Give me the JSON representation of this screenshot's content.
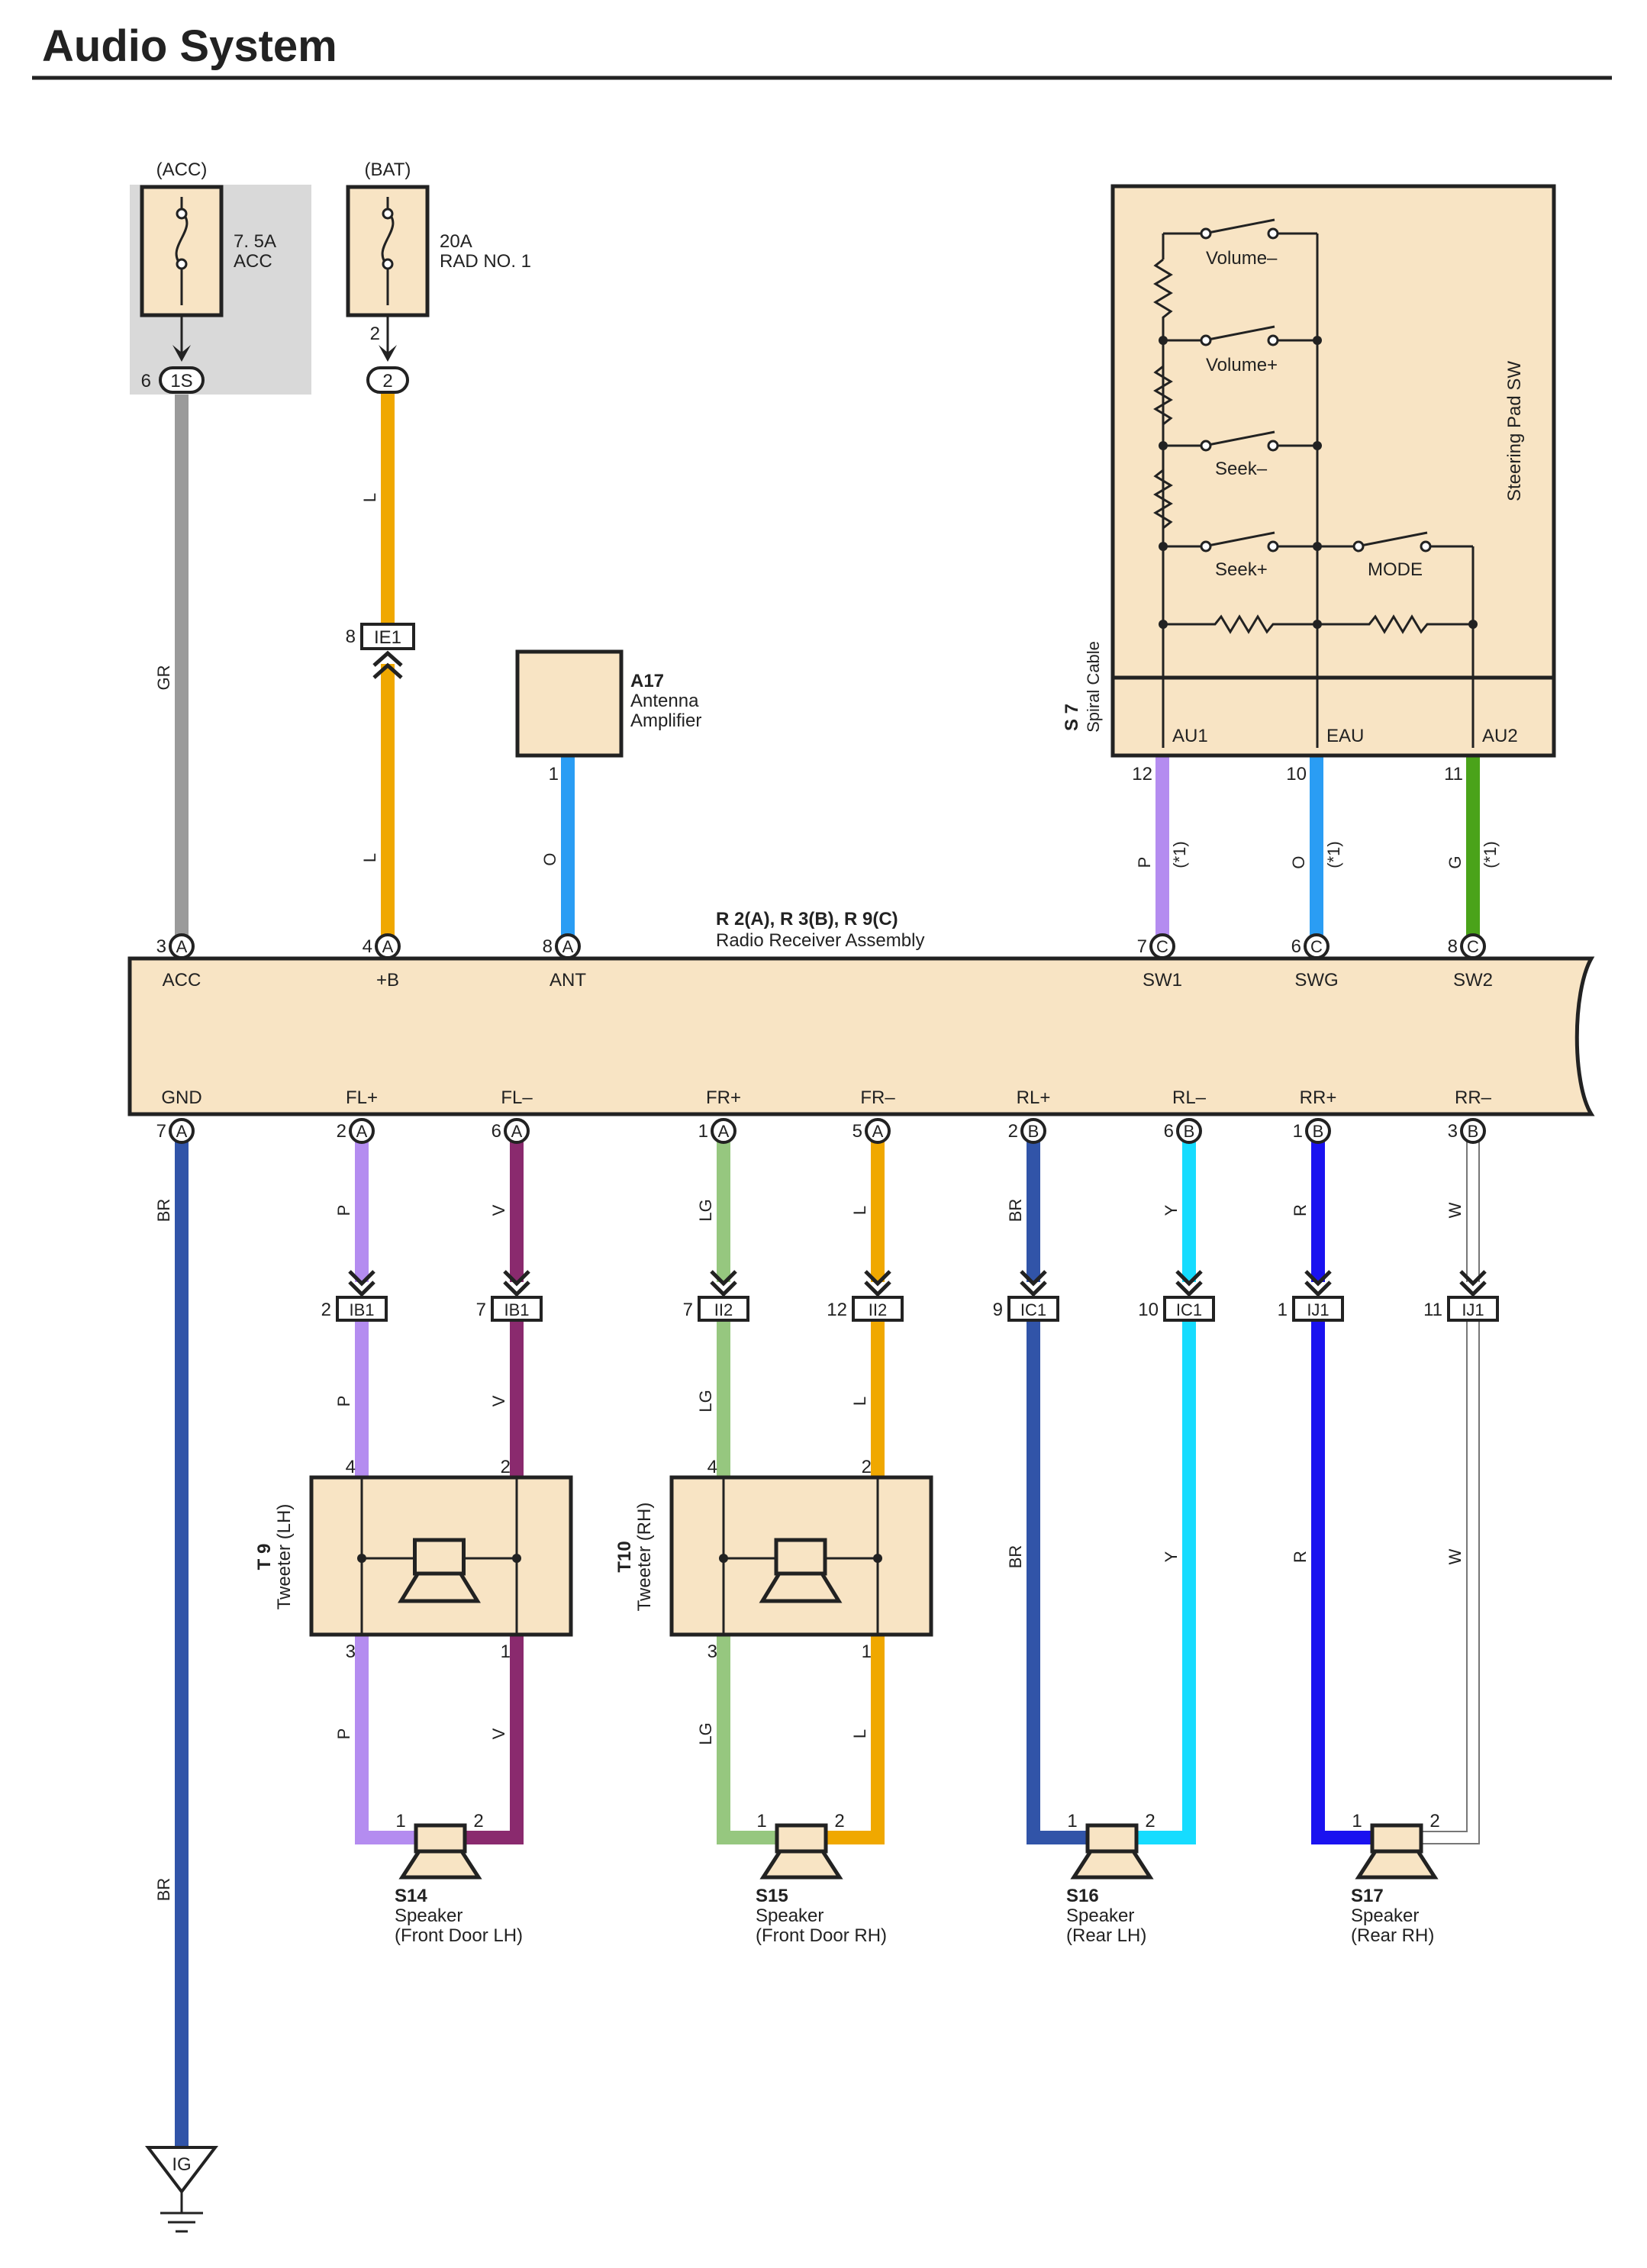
{
  "title": "Audio System",
  "colors": {
    "component_fill": "#f8e4c4",
    "acc_shade": "#d9d9d9",
    "wire": {
      "GR": "#9a9a9a",
      "L": "#f0a800",
      "O": "#2a9df4",
      "P": "#b48cf0",
      "G": "#4aa31a",
      "BR": "#3154a8",
      "V": "#8a2a6e",
      "LG": "#96c77f",
      "Y": "#16dcff",
      "R": "#1a12f0",
      "W": "#ffffff"
    }
  },
  "fuses": [
    {
      "power": "(ACC)",
      "rating": "7. 5A",
      "name": "ACC",
      "pin": "6",
      "connector": "1S",
      "wire": "GR"
    },
    {
      "power": "(BAT)",
      "rating": "20A",
      "name": "RAD NO. 1",
      "pin": "2",
      "pin_below": "2",
      "connector": "2",
      "wire": "L"
    }
  ],
  "junction_ie1": {
    "pin": "8",
    "code": "IE1"
  },
  "antenna": {
    "id": "A17",
    "name_line1": "Antenna",
    "name_line2": "Amplifier",
    "pin": "1",
    "wire": "O"
  },
  "steering": {
    "title": "Steering Pad SW",
    "switches": [
      "Volume–",
      "Volume+",
      "Seek–",
      "Seek+",
      "MODE"
    ],
    "spiral_id": "S 7",
    "spiral_name": "Spiral Cable",
    "terminals": [
      {
        "name": "AU1",
        "pin": "12",
        "wire": "P",
        "note": "(*1)"
      },
      {
        "name": "EAU",
        "pin": "10",
        "wire": "O",
        "note": "(*1)"
      },
      {
        "name": "AU2",
        "pin": "11",
        "wire": "G",
        "note": "(*1)"
      }
    ]
  },
  "receiver": {
    "id": "R 2(A), R 3(B), R 9(C)",
    "name": "Radio Receiver Assembly",
    "top_pins": [
      {
        "pin": "3",
        "conn": "A",
        "label": "ACC"
      },
      {
        "pin": "4",
        "conn": "A",
        "label": "+B"
      },
      {
        "pin": "8",
        "conn": "A",
        "label": "ANT"
      },
      {
        "pin": "7",
        "conn": "C",
        "label": "SW1"
      },
      {
        "pin": "6",
        "conn": "C",
        "label": "SWG"
      },
      {
        "pin": "8",
        "conn": "C",
        "label": "SW2"
      }
    ],
    "bottom_pins": [
      {
        "pin": "7",
        "conn": "A",
        "label": "GND",
        "wire": "BR"
      },
      {
        "pin": "2",
        "conn": "A",
        "label": "FL+",
        "wire": "P",
        "jpin": "2",
        "jcode": "IB1"
      },
      {
        "pin": "6",
        "conn": "A",
        "label": "FL–",
        "wire": "V",
        "jpin": "7",
        "jcode": "IB1"
      },
      {
        "pin": "1",
        "conn": "A",
        "label": "FR+",
        "wire": "LG",
        "jpin": "7",
        "jcode": "II2"
      },
      {
        "pin": "5",
        "conn": "A",
        "label": "FR–",
        "wire": "L",
        "jpin": "12",
        "jcode": "II2"
      },
      {
        "pin": "2",
        "conn": "B",
        "label": "RL+",
        "wire": "BR",
        "jpin": "9",
        "jcode": "IC1"
      },
      {
        "pin": "6",
        "conn": "B",
        "label": "RL–",
        "wire": "Y",
        "jpin": "10",
        "jcode": "IC1"
      },
      {
        "pin": "1",
        "conn": "B",
        "label": "RR+",
        "wire": "R",
        "jpin": "1",
        "jcode": "IJ1"
      },
      {
        "pin": "3",
        "conn": "B",
        "label": "RR–",
        "wire": "W",
        "jpin": "11",
        "jcode": "IJ1"
      }
    ]
  },
  "tweeters": [
    {
      "id": "T 9",
      "name": "Tweeter (LH)",
      "in_pins": [
        "4",
        "2"
      ],
      "out_pins": [
        "3",
        "1"
      ],
      "wires": [
        "P",
        "V"
      ]
    },
    {
      "id": "T10",
      "name": "Tweeter (RH)",
      "in_pins": [
        "4",
        "2"
      ],
      "out_pins": [
        "3",
        "1"
      ],
      "wires": [
        "LG",
        "L"
      ]
    }
  ],
  "speakers": [
    {
      "id": "S14",
      "name": "Speaker",
      "loc": "(Front Door LH)",
      "pins": [
        "1",
        "2"
      ]
    },
    {
      "id": "S15",
      "name": "Speaker",
      "loc": "(Front Door RH)",
      "pins": [
        "1",
        "2"
      ]
    },
    {
      "id": "S16",
      "name": "Speaker",
      "loc": "(Rear LH)",
      "pins": [
        "1",
        "2"
      ]
    },
    {
      "id": "S17",
      "name": "Speaker",
      "loc": "(Rear RH)",
      "pins": [
        "1",
        "2"
      ]
    }
  ],
  "ground": {
    "code": "IG",
    "wire": "BR"
  }
}
